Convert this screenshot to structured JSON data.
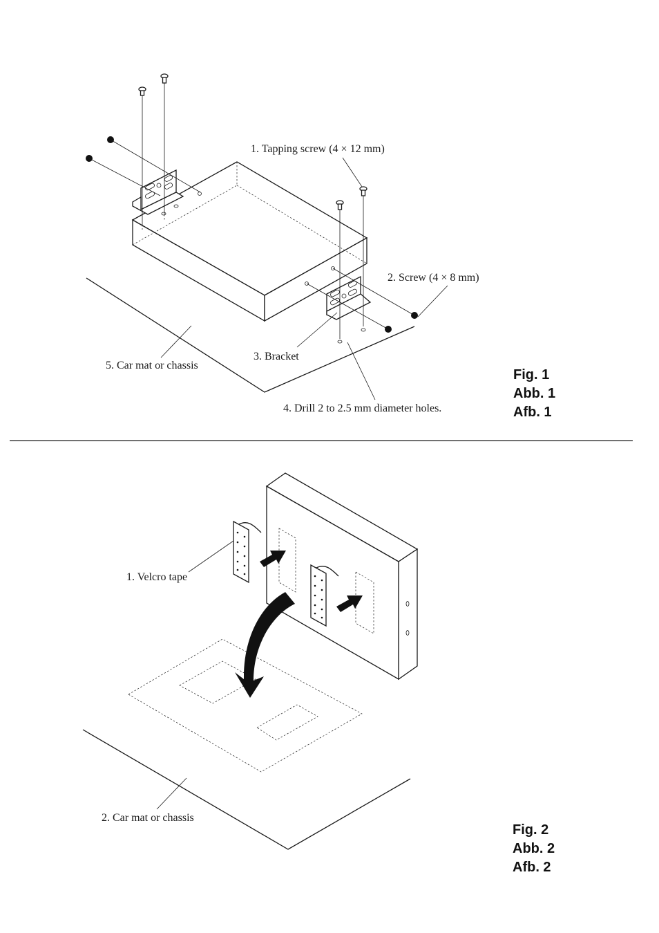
{
  "fig1": {
    "labels": {
      "tapping_screw": "1. Tapping screw (4 × 12 mm)",
      "screw": "2. Screw (4 × 8 mm)",
      "bracket": "3. Bracket",
      "drill": "4. Drill 2 to 2.5 mm diameter holes.",
      "car_mat": "5. Car mat or chassis"
    },
    "caption": [
      "Fig. 1",
      "Abb. 1",
      "Afb. 1"
    ]
  },
  "fig2": {
    "labels": {
      "velcro": "1. Velcro tape",
      "car_mat": "2. Car mat or chassis"
    },
    "caption": [
      "Fig. 2",
      "Abb. 2",
      "Afb. 2"
    ]
  }
}
